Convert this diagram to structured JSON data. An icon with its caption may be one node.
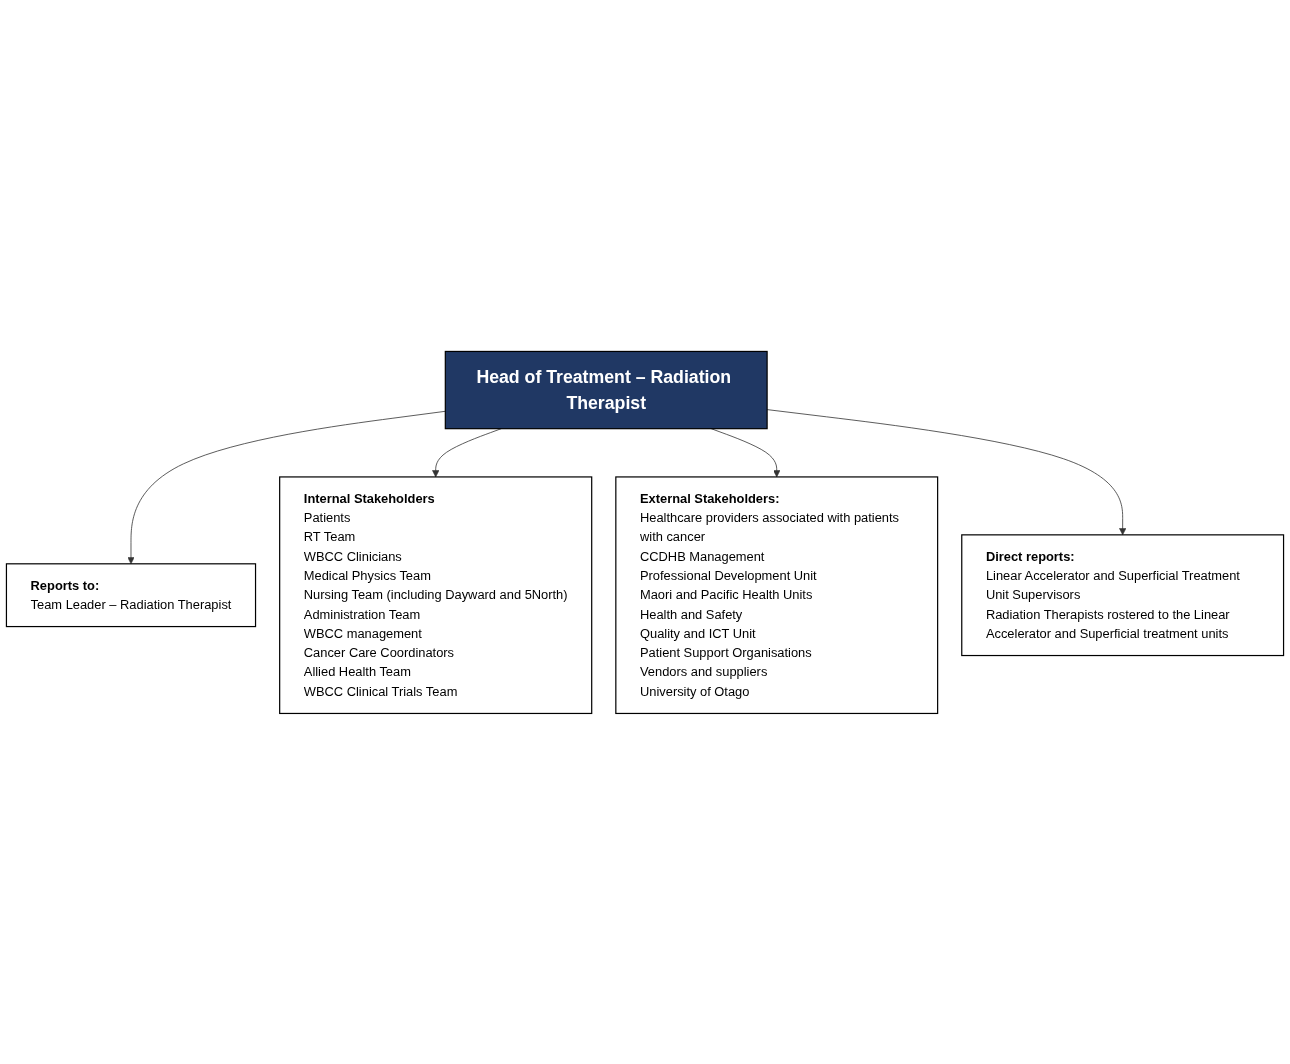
{
  "diagram": {
    "nodes": [
      {
        "text": [
          "Reports to:",
          "Team Leader – Radiation Therapist"
        ]
      },
      {
        "text": [
          "Internal Stakeholders",
          "Patients",
          "RT Team",
          "WBCC Clinicians",
          "Medical Physics Team",
          "Nursing Team (including Dayward and 5North)",
          "Administration Team",
          "WBCC management",
          "Cancer Care Coordinators",
          "Allied Health Team",
          "WBCC Clinical Trials Team"
        ]
      },
      {
        "text": [
          "Head of Treatment – Radiation Therapist"
        ]
      },
      {
        "text": [
          "External Stakeholders:",
          "Healthcare providers associated with patients with cancer",
          "CCDHB Management",
          "Professional Development Unit",
          "Maori and Pacific Health Units",
          "Health and Safety",
          "Quality and ICT Unit",
          "Patient Support Organisations",
          "Vendors and suppliers",
          "University of Otago"
        ]
      },
      {
        "text": [
          "Direct reports:",
          "Linear Accelerator and Superficial Treatment Unit Supervisors",
          "Radiation Therapists rostered to the Linear Accelerator and Superficial treatment units"
        ]
      }
    ],
    "edges": [
      {
        "from": 2,
        "to": 0,
        "arrow": "to"
      },
      {
        "from": 2,
        "to": 1,
        "arrow": "to"
      },
      {
        "from": 2,
        "to": 3,
        "arrow": "to"
      },
      {
        "from": 2,
        "to": 4,
        "arrow": "to"
      }
    ]
  }
}
